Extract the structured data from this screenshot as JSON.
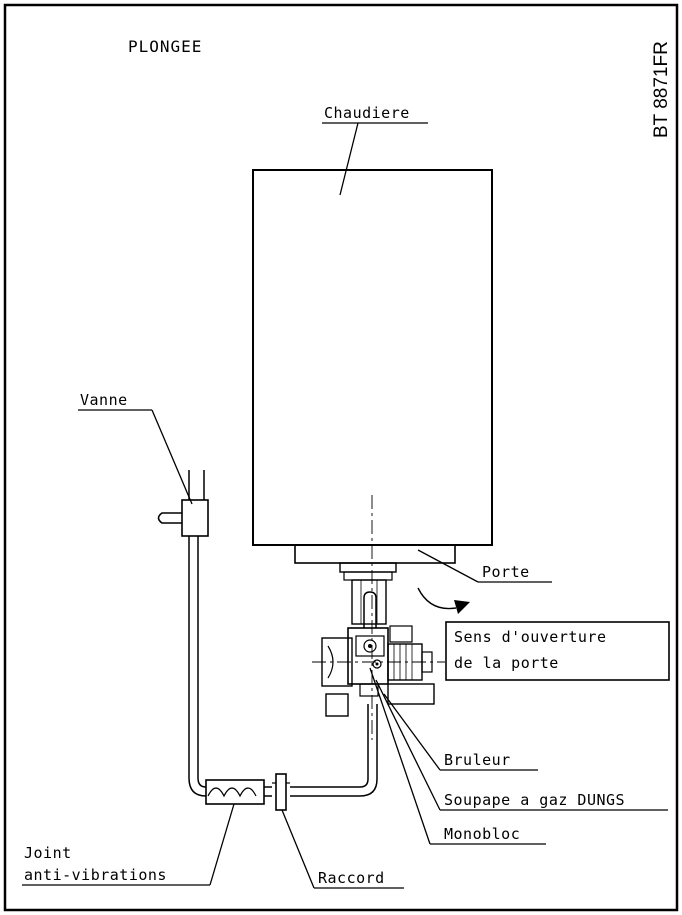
{
  "title": "PLONGEE",
  "reference": "BT 8871FR",
  "labels": {
    "chaudiere": "Chaudiere",
    "vanne": "Vanne",
    "porte": "Porte",
    "sens_line1": "Sens d'ouverture",
    "sens_line2": "de la porte",
    "bruleur": "Bruleur",
    "soupape": "Soupape a gaz DUNGS",
    "monobloc": "Monobloc",
    "joint_line1": "Joint",
    "joint_line2": "anti-vibrations",
    "raccord": "Raccord"
  },
  "colors": {
    "line": "#000000",
    "background": "#ffffff"
  }
}
